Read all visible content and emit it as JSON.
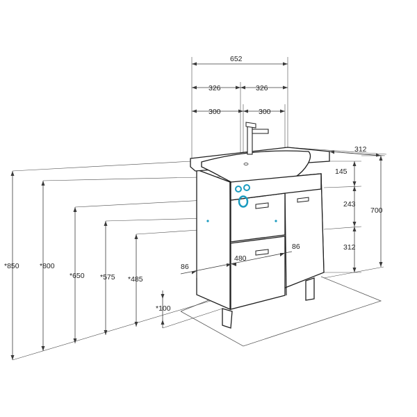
{
  "colors": {
    "line": "#3a3a3a",
    "outline": "#1e1e1e",
    "connector_accent": "#1a9bbf",
    "text": "#222222"
  },
  "dimensions": {
    "total_width": "652",
    "half_width_left": "326",
    "half_width_right": "326",
    "faucet_offset_left": "300",
    "faucet_offset_right": "300",
    "depth": "312",
    "basin_height": "145",
    "upper_section": "243",
    "lower_section": "312",
    "total_height_right": "700",
    "height_850": "*850",
    "height_800": "*800",
    "height_650": "*650",
    "height_575": "*575",
    "height_485": "*485",
    "height_100": "*100",
    "left_offset": "86",
    "drawer_width": "480",
    "door_offset": "86"
  },
  "icons": {
    "water_inlet": "water-inlet-icon",
    "drain": "drain-outlet-icon",
    "faucet": "faucet-icon"
  }
}
